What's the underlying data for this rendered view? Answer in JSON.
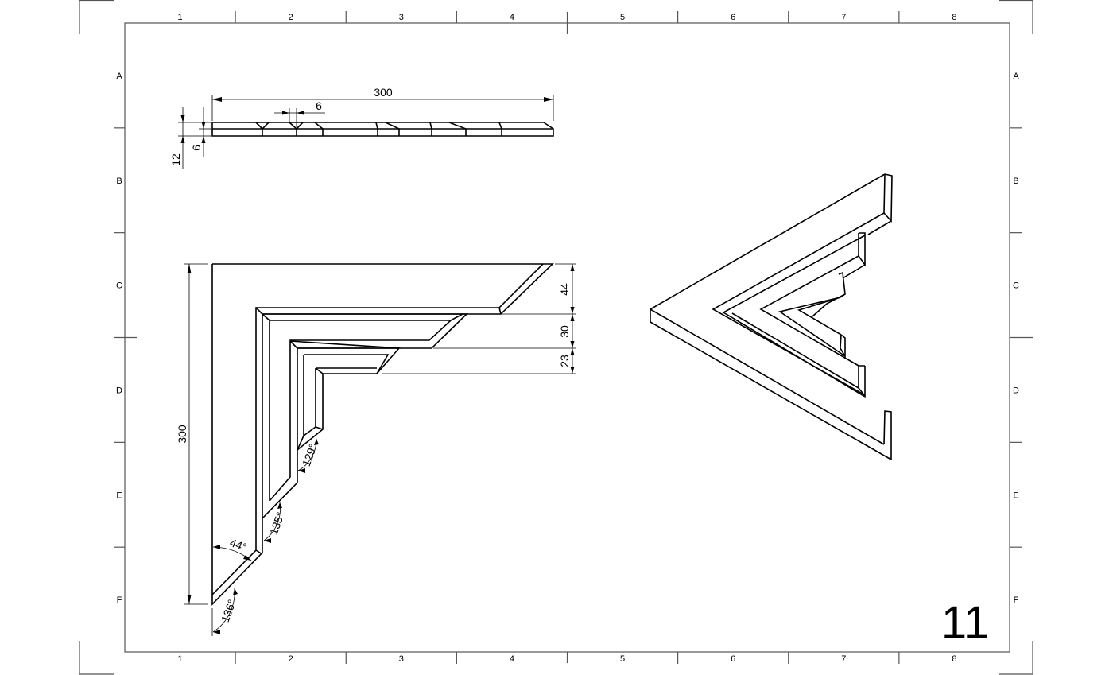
{
  "sheet": {
    "number": "11",
    "columns": [
      "1",
      "2",
      "3",
      "4",
      "5",
      "6",
      "7",
      "8"
    ],
    "rows": [
      "A",
      "B",
      "C",
      "D",
      "E",
      "F"
    ]
  },
  "side_view": {
    "length_dim": "300",
    "groove_dim": "6",
    "height_dim": "12",
    "step_dim": "6"
  },
  "front_view": {
    "height_dim": "300",
    "step_dims": [
      "44",
      "30",
      "23"
    ],
    "angles": [
      "44°",
      "136°",
      "135°",
      "129°"
    ]
  },
  "colors": {
    "line": "#000000",
    "frame": "#555555",
    "background": "#ffffff"
  }
}
